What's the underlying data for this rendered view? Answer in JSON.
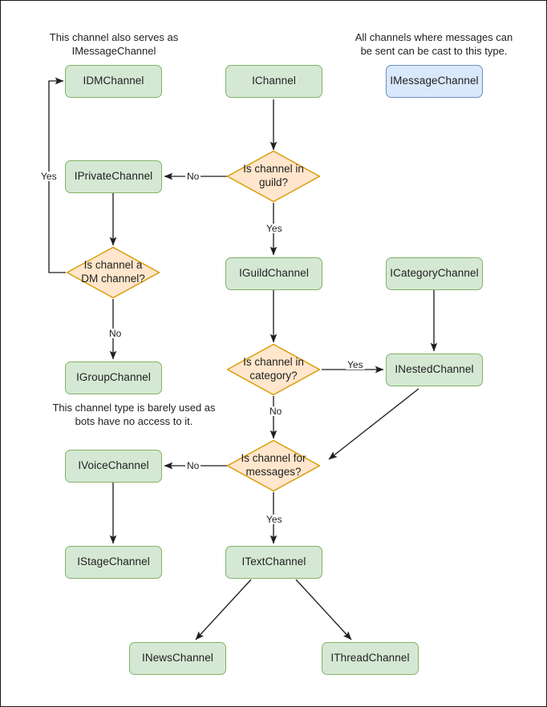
{
  "diagram": {
    "title": "Discord channel interface hierarchy flowchart",
    "colors": {
      "node_green_fill": "#d5e8d4",
      "node_green_stroke": "#82b366",
      "node_blue_fill": "#dae8fc",
      "node_blue_stroke": "#6c8ebf",
      "decision_fill": "#ffe6cc",
      "decision_stroke": "#d79b00",
      "edge_stroke": "#1f1f1f",
      "page_border": "#1a1a1a",
      "background": "#ffffff"
    },
    "notes": [
      {
        "id": "note-dm",
        "text": "This channel also serves as\nIMessageChannel"
      },
      {
        "id": "note-message",
        "text": "All channels where messages can\nbe sent can be cast to this type."
      },
      {
        "id": "note-group",
        "text": "This channel type is barely used as\nbots have no access to it."
      }
    ],
    "nodes": [
      {
        "id": "idmchannel",
        "label": "IDMChannel",
        "kind": "green"
      },
      {
        "id": "ichannel",
        "label": "IChannel",
        "kind": "green"
      },
      {
        "id": "imessagechannel",
        "label": "IMessageChannel",
        "kind": "blue"
      },
      {
        "id": "iprivatechannel",
        "label": "IPrivateChannel",
        "kind": "green"
      },
      {
        "id": "iguildchannel",
        "label": "IGuildChannel",
        "kind": "green"
      },
      {
        "id": "icategorychannel",
        "label": "ICategoryChannel",
        "kind": "green"
      },
      {
        "id": "igroupchannel",
        "label": "IGroupChannel",
        "kind": "green"
      },
      {
        "id": "inestedchannel",
        "label": "INestedChannel",
        "kind": "green"
      },
      {
        "id": "ivoicechannel",
        "label": "IVoiceChannel",
        "kind": "green"
      },
      {
        "id": "istagechannel",
        "label": "IStageChannel",
        "kind": "green"
      },
      {
        "id": "itextchannel",
        "label": "ITextChannel",
        "kind": "green"
      },
      {
        "id": "inewschannel",
        "label": "INewsChannel",
        "kind": "green"
      },
      {
        "id": "ithreadchannel",
        "label": "IThreadChannel",
        "kind": "green"
      }
    ],
    "decisions": [
      {
        "id": "is-channel-in-guild",
        "label": "Is channel in\nguild?"
      },
      {
        "id": "is-channel-a-dm-channel",
        "label": "Is channel a\nDM channel?"
      },
      {
        "id": "is-channel-in-category",
        "label": "Is channel in\ncategory?"
      },
      {
        "id": "is-channel-for-messages",
        "label": "Is channel for\nmessages?"
      }
    ],
    "edge_labels": [
      {
        "id": "guild-no",
        "text": "No"
      },
      {
        "id": "guild-yes",
        "text": "Yes"
      },
      {
        "id": "dm-yes",
        "text": "Yes"
      },
      {
        "id": "dm-no",
        "text": "No"
      },
      {
        "id": "category-yes",
        "text": "Yes"
      },
      {
        "id": "category-no",
        "text": "No"
      },
      {
        "id": "messages-no",
        "text": "No"
      },
      {
        "id": "messages-yes",
        "text": "Yes"
      }
    ]
  }
}
